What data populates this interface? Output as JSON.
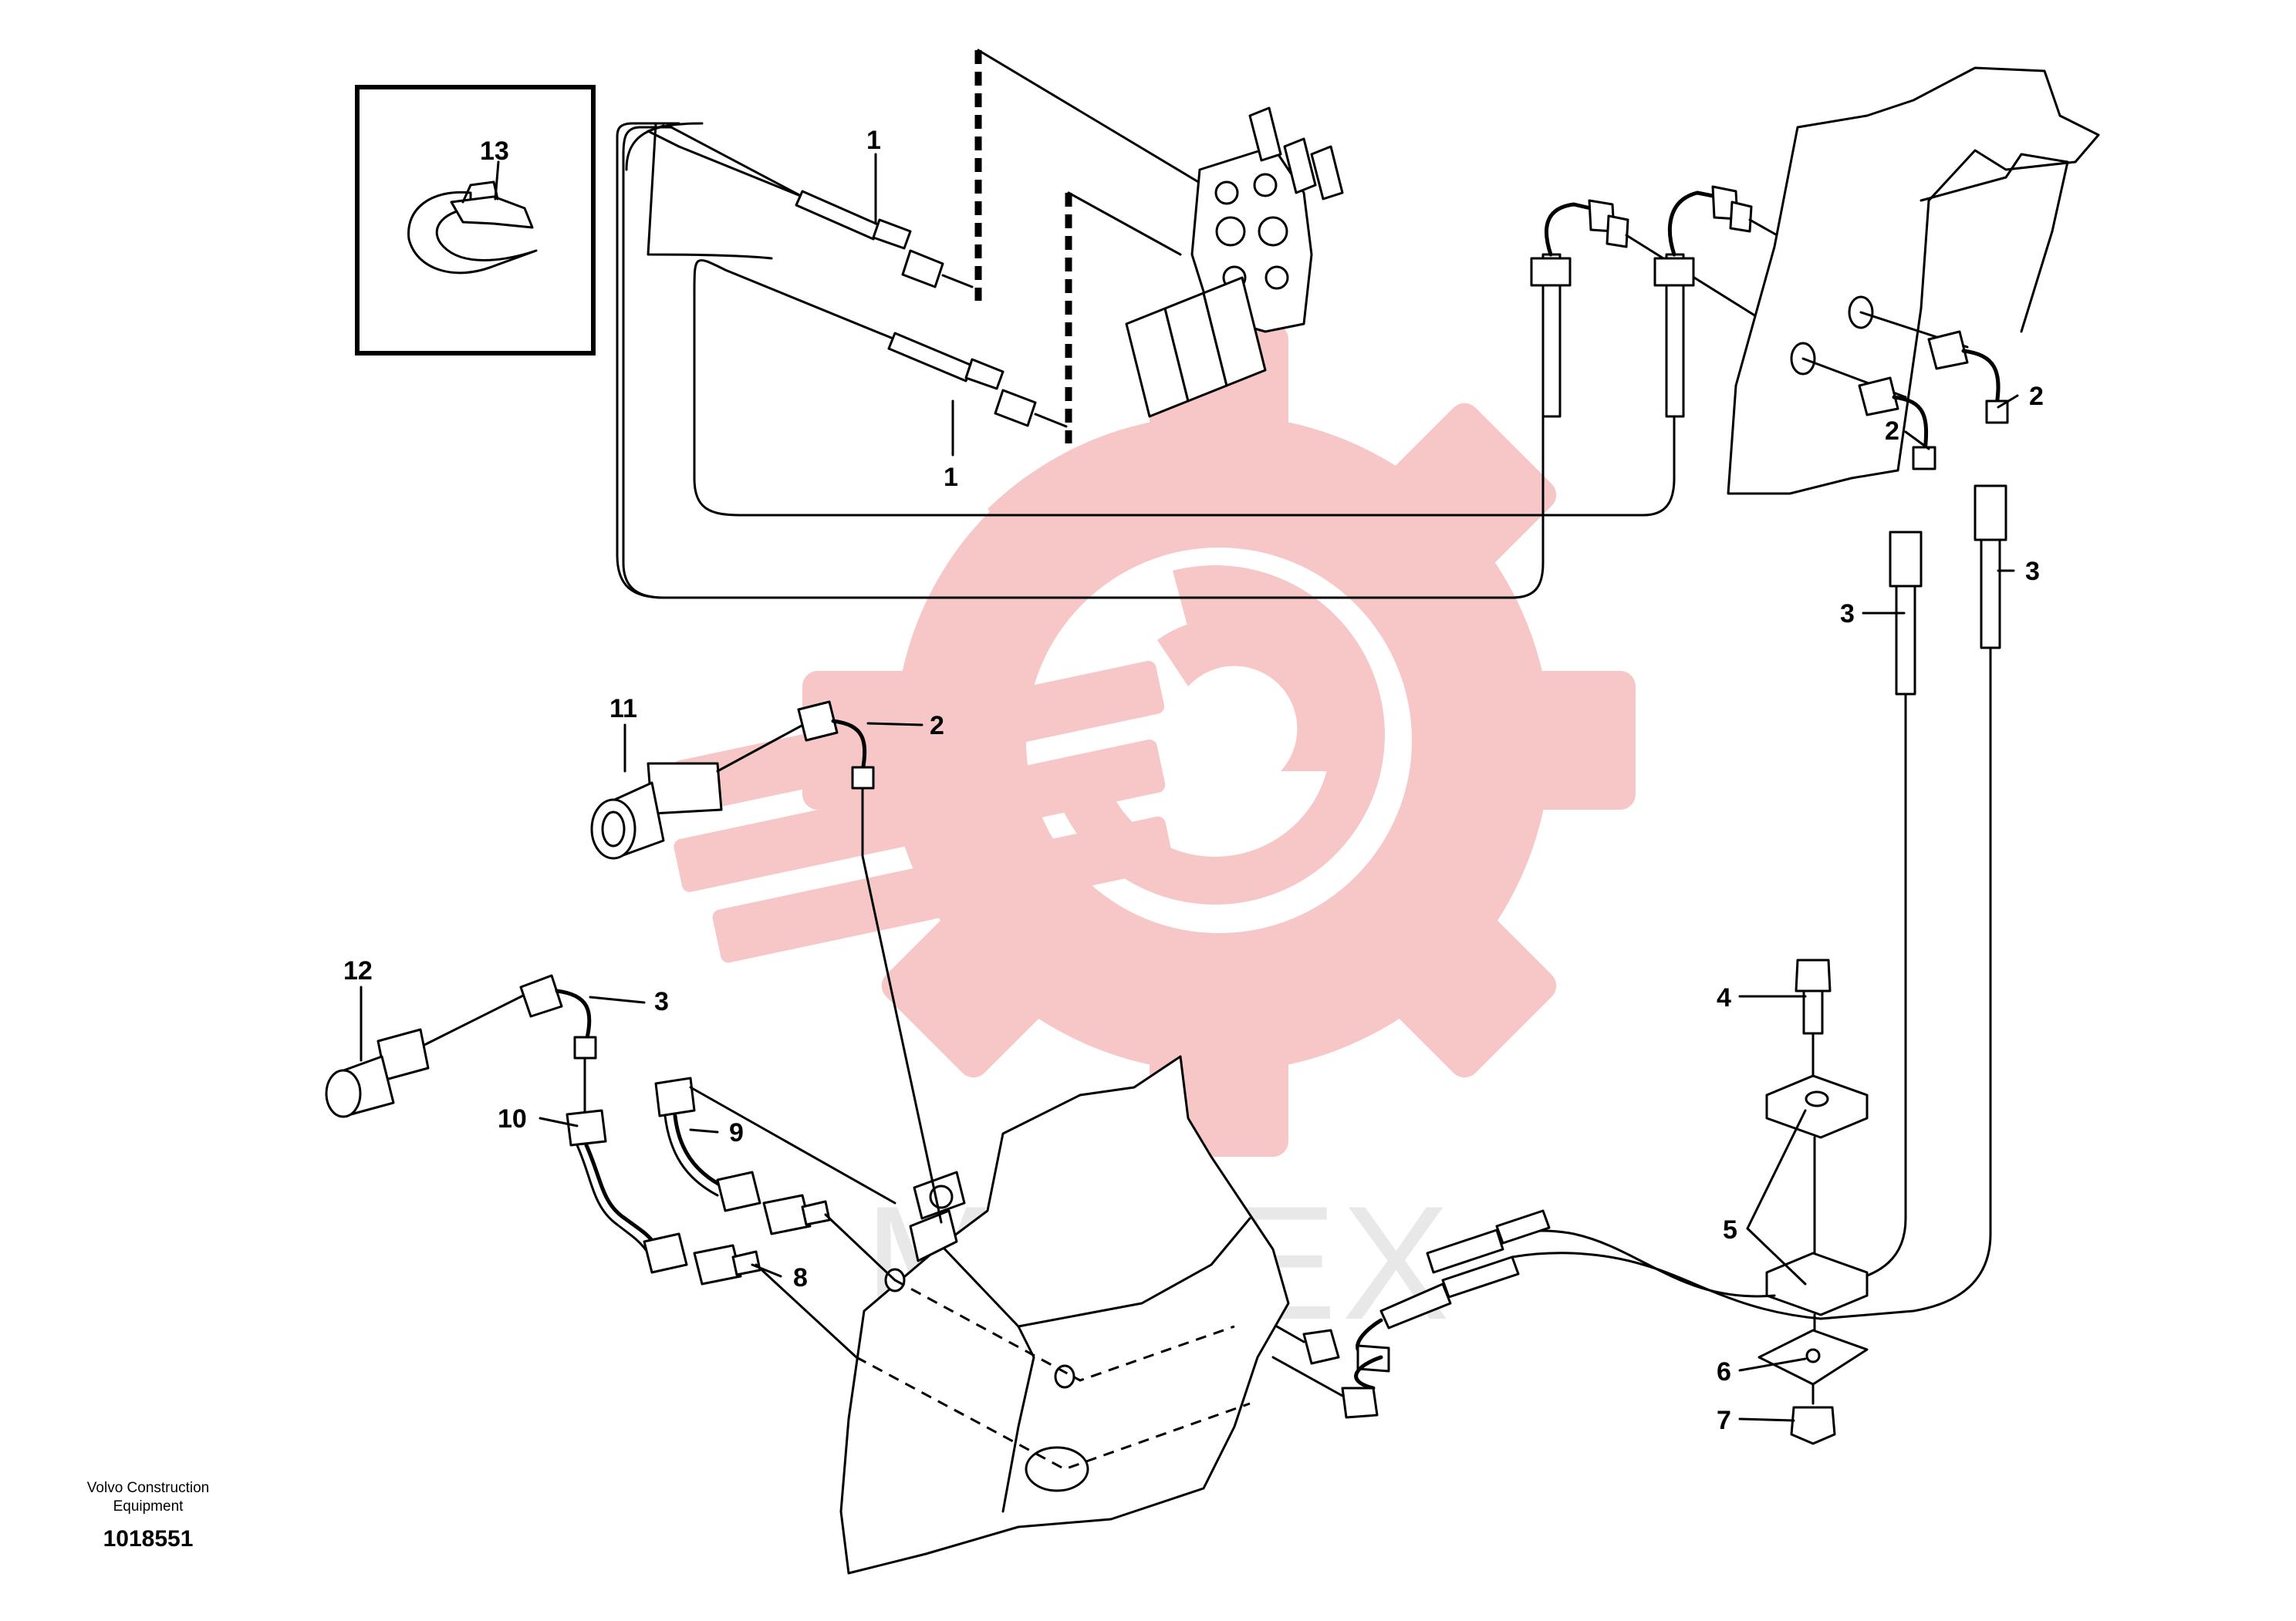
{
  "watermark": {
    "text": "MHTEX",
    "gear_color": "#f7c6c6",
    "text_color": "#e8e8e8"
  },
  "footer": {
    "maker_line1": "Volvo Construction",
    "maker_line2": "Equipment",
    "drawing_number": "1018551"
  },
  "callouts": [
    {
      "id": "c1a",
      "label": "1"
    },
    {
      "id": "c1b",
      "label": "1"
    },
    {
      "id": "c2a",
      "label": "2"
    },
    {
      "id": "c2b",
      "label": "2"
    },
    {
      "id": "c2c",
      "label": "2"
    },
    {
      "id": "c3a",
      "label": "3"
    },
    {
      "id": "c3b",
      "label": "3"
    },
    {
      "id": "c3c",
      "label": "3"
    },
    {
      "id": "c4",
      "label": "4"
    },
    {
      "id": "c5",
      "label": "5"
    },
    {
      "id": "c6",
      "label": "6"
    },
    {
      "id": "c7",
      "label": "7"
    },
    {
      "id": "c8",
      "label": "8"
    },
    {
      "id": "c9",
      "label": "9"
    },
    {
      "id": "c10",
      "label": "10"
    },
    {
      "id": "c11",
      "label": "11"
    },
    {
      "id": "c12",
      "label": "12"
    },
    {
      "id": "c13",
      "label": "13"
    }
  ]
}
